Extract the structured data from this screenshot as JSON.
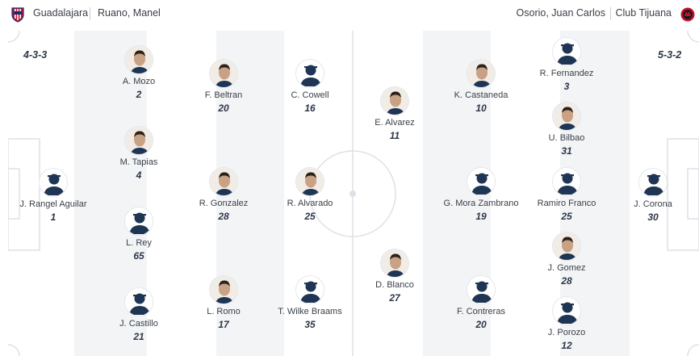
{
  "header": {
    "home_team": "Guadalajara",
    "home_coach": "Ruano, Manel",
    "away_coach": "Osorio, Juan Carlos",
    "away_team": "Club Tijuana",
    "home_crest_icon": "chivas-crest-icon",
    "away_crest_icon": "xolos-crest-icon"
  },
  "formations": {
    "home": "4-3-3",
    "away": "5-3-2"
  },
  "colors": {
    "stripe_light": "#ffffff",
    "stripe_dark": "#f2f4f6",
    "pitch_lines": "#dde1e6",
    "text": "#3a3f47",
    "number": "#2d3748",
    "placeholder_avatar": "#1f3554"
  },
  "home_players": [
    {
      "name": "J. Rangel Aguilar",
      "number": "1"
    },
    {
      "name": "A. Mozo",
      "number": "2"
    },
    {
      "name": "M. Tapias",
      "number": "4"
    },
    {
      "name": "L. Rey",
      "number": "65"
    },
    {
      "name": "J. Castillo",
      "number": "21"
    },
    {
      "name": "F. Beltran",
      "number": "20"
    },
    {
      "name": "R. Gonzalez",
      "number": "28"
    },
    {
      "name": "L. Romo",
      "number": "17"
    },
    {
      "name": "C. Cowell",
      "number": "16"
    },
    {
      "name": "R. Alvarado",
      "number": "25"
    },
    {
      "name": "T. Wilke Braams",
      "number": "35"
    }
  ],
  "away_players": [
    {
      "name": "J. Corona",
      "number": "30"
    },
    {
      "name": "R. Fernandez",
      "number": "3"
    },
    {
      "name": "U. Bilbao",
      "number": "31"
    },
    {
      "name": "Ramiro Franco",
      "number": "25"
    },
    {
      "name": "J. Gomez",
      "number": "28"
    },
    {
      "name": "J. Porozo",
      "number": "12"
    },
    {
      "name": "K. Castaneda",
      "number": "10"
    },
    {
      "name": "G. Mora Zambrano",
      "number": "19"
    },
    {
      "name": "F. Contreras",
      "number": "20"
    },
    {
      "name": "E. Alvarez",
      "number": "11"
    },
    {
      "name": "D. Blanco",
      "number": "27"
    }
  ]
}
